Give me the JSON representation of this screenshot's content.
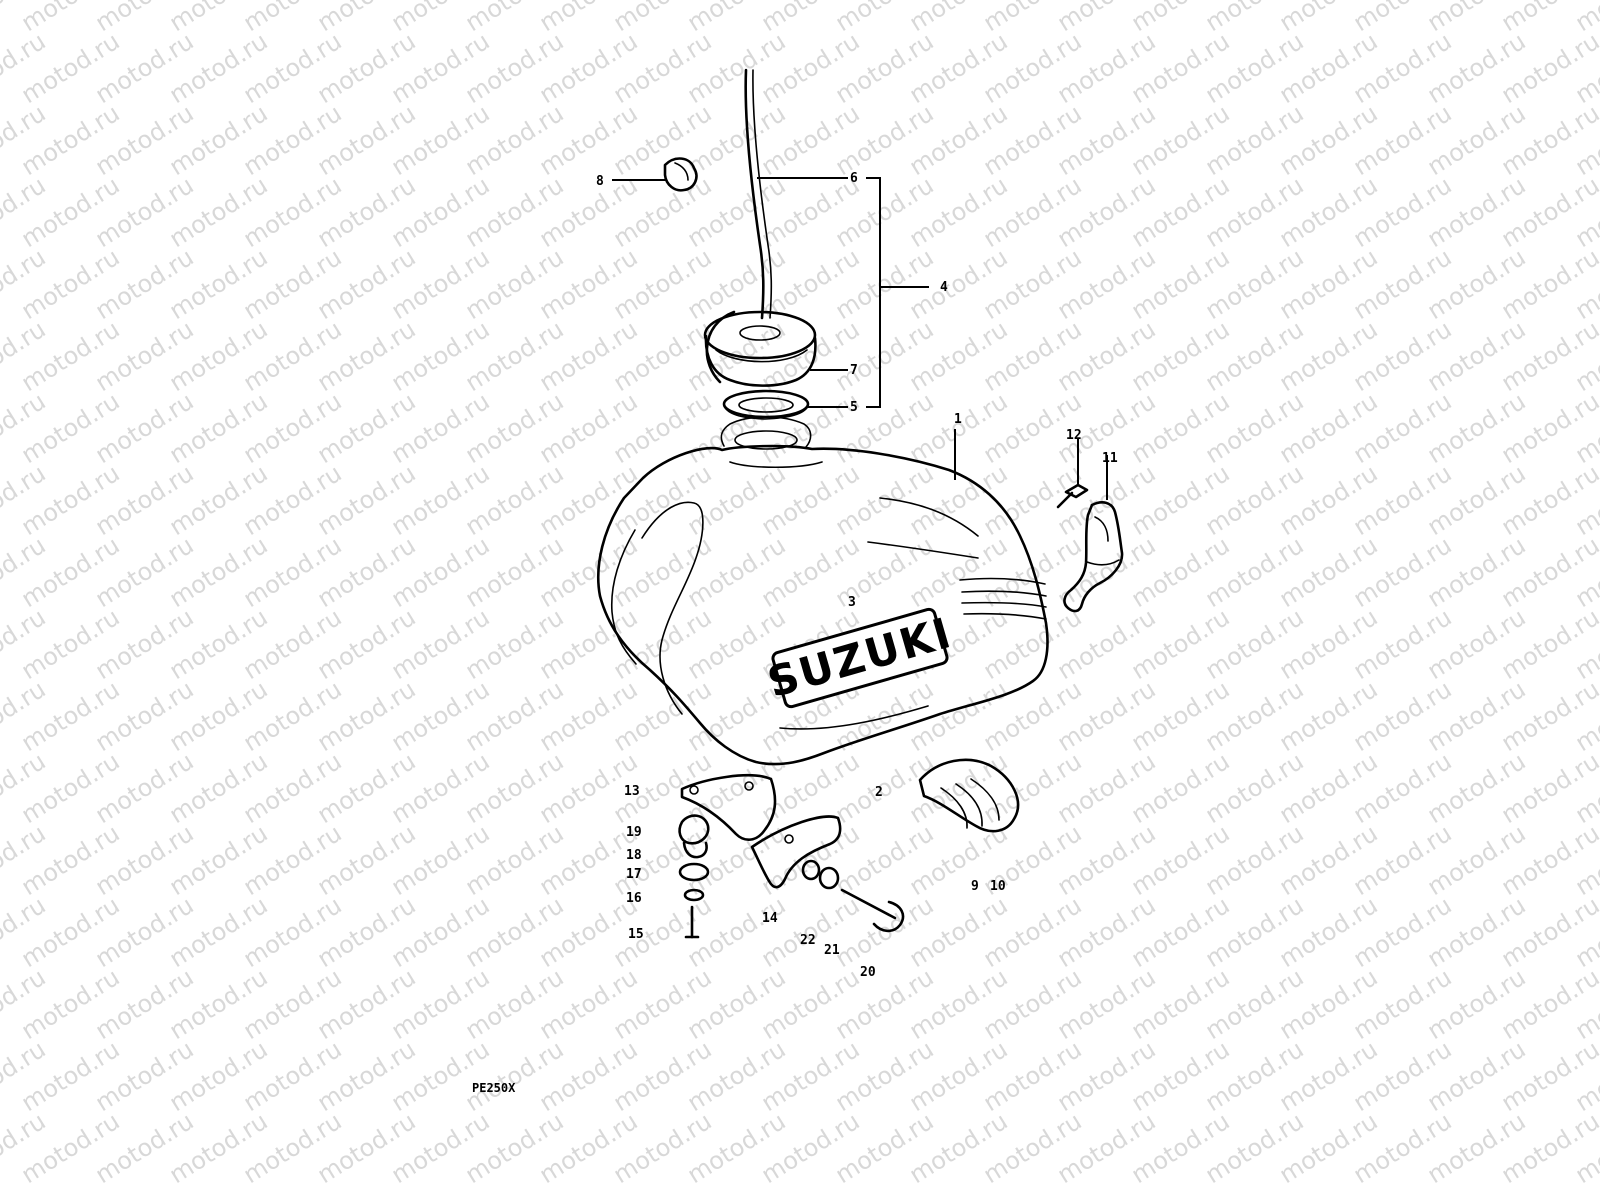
{
  "watermark": "motod.ru",
  "brand_text": "SUZUKI",
  "diagram_code": "PE250X",
  "callouts": [
    {
      "id": "c1",
      "label": "1"
    },
    {
      "id": "c2",
      "label": "2"
    },
    {
      "id": "c3",
      "label": "3"
    },
    {
      "id": "c4",
      "label": "4"
    },
    {
      "id": "c5",
      "label": "5"
    },
    {
      "id": "c6",
      "label": "6"
    },
    {
      "id": "c7",
      "label": "7"
    },
    {
      "id": "c8",
      "label": "8"
    },
    {
      "id": "c9",
      "label": "9"
    },
    {
      "id": "c10",
      "label": "10"
    },
    {
      "id": "c11",
      "label": "11"
    },
    {
      "id": "c12",
      "label": "12"
    },
    {
      "id": "c13",
      "label": "13"
    },
    {
      "id": "c14",
      "label": "14"
    },
    {
      "id": "c15",
      "label": "15"
    },
    {
      "id": "c16",
      "label": "16"
    },
    {
      "id": "c17",
      "label": "17"
    },
    {
      "id": "c18",
      "label": "18"
    },
    {
      "id": "c19",
      "label": "19"
    },
    {
      "id": "c20",
      "label": "20"
    },
    {
      "id": "c21",
      "label": "21"
    },
    {
      "id": "c22",
      "label": "22"
    }
  ]
}
